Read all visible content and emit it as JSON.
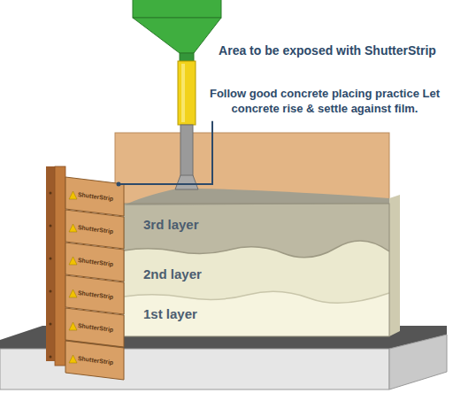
{
  "diagram": {
    "labels": [
      "Area to be exposed with ShutterStrip",
      "Follow good concrete placing practice Let concrete rise & settle against film.",
      "ShutterStrip",
      "ShutterStrip",
      "ShutterStrip",
      "ShutterStrip",
      "ShutterStrip",
      "ShutterStrip",
      "3rd layer",
      "2nd layer",
      "1st layer"
    ]
  }
}
